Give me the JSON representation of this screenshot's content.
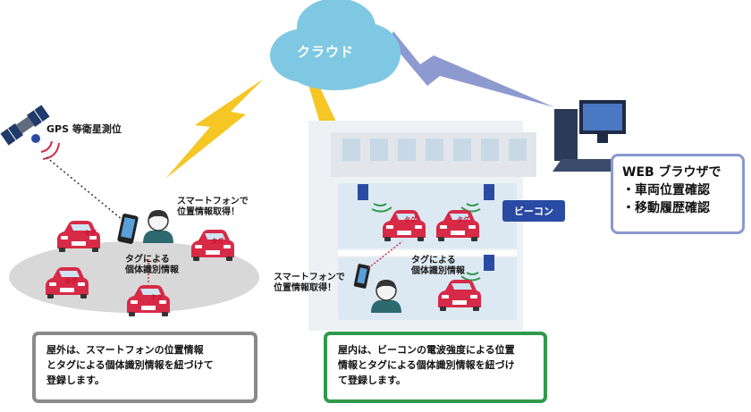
{
  "labels": {
    "cloud": "クラウド",
    "gps": "GPS 等衛星測位",
    "beacon": "ビーコン",
    "phone_outdoor": [
      "スマートフォンで",
      "位置情報取得！"
    ],
    "phone_indoor": [
      "スマートフォンで",
      "位置情報取得！"
    ],
    "tag_outdoor": [
      "タグによる",
      "個体識別情報"
    ],
    "tag_indoor": [
      "タグによる",
      "個体識別情報"
    ],
    "tag": "タグ"
  },
  "web_box": {
    "title": "WEB ブラウザで",
    "items": [
      "・車両位置確認",
      "・移動履歴確認"
    ]
  },
  "outdoor_box": {
    "lines": [
      "屋外は、スマートフォンの位置情報",
      "とタグによる個体識別情報を紐づけて",
      "登録します。"
    ]
  },
  "indoor_box": {
    "lines": [
      "屋内は、ビーコンの電波強度による位置",
      "情報とタグによる個体識別情報を紐づけ",
      "て登録します。"
    ]
  },
  "colors": {
    "cloud": "#7ec8e3",
    "bolt": "#f5c624",
    "bolt_blue": "#8d9ad0",
    "car": "#d72a47",
    "outdoor_border": "#8a8a8a",
    "indoor_border": "#2f9a4b",
    "web_border": "#8a98cf",
    "beacon": "#2a4ba3"
  },
  "icons": [
    "satellite-icon",
    "cloud-icon",
    "computer-icon",
    "building-icon",
    "person-icon",
    "smartphone-icon",
    "car-icon",
    "beacon-icon",
    "lightning-icon"
  ]
}
